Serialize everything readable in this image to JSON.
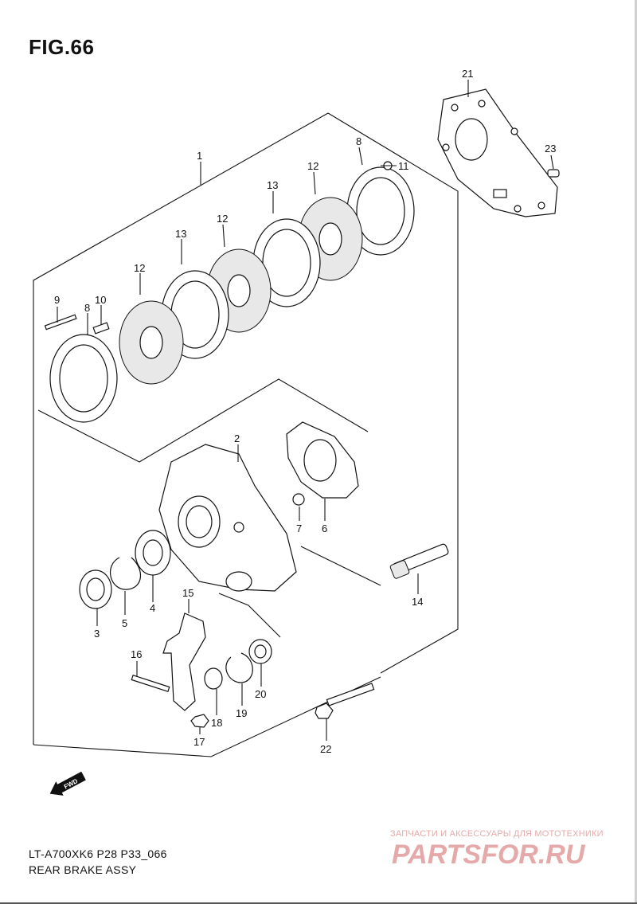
{
  "figure": {
    "title": "FIG.66",
    "model_code": "LT-A700XK6 P28 P33_066",
    "assembly_name": "REAR BRAKE ASSY"
  },
  "callouts": [
    "1",
    "2",
    "3",
    "4",
    "5",
    "6",
    "7",
    "8",
    "8",
    "9",
    "10",
    "11",
    "12",
    "12",
    "12",
    "13",
    "13",
    "14",
    "15",
    "16",
    "17",
    "18",
    "19",
    "20",
    "21",
    "22",
    "23"
  ],
  "direction_badge": "FWD",
  "watermark": {
    "caption": "ЗАПЧАСТИ И АКСЕССУАРЫ ДЛЯ МОТОТЕХНИКИ",
    "logo": "PARTSFOR.RU",
    "color": "#e6a9a9"
  }
}
